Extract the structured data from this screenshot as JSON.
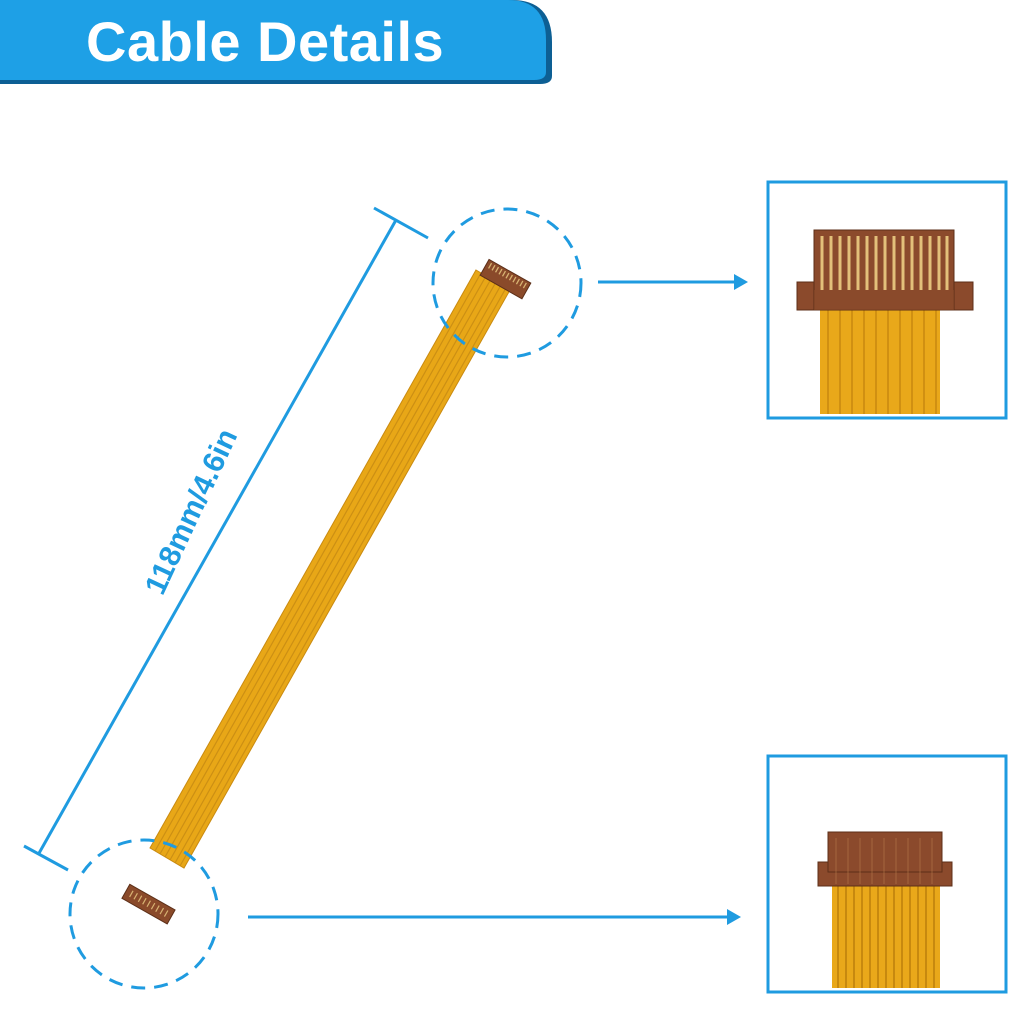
{
  "banner": {
    "title": "Cable Details"
  },
  "dimension": {
    "label": "118mm/4.6in"
  },
  "callouts": [
    {
      "name": "top-connector",
      "icon": "circle-dashed",
      "arrow": "arrow-right-icon"
    },
    {
      "name": "bottom-connector",
      "icon": "circle-dashed",
      "arrow": "arrow-right-icon"
    }
  ],
  "colors": {
    "accent": "#1f9be0",
    "cable": "#e5a61a",
    "connector": "#8a4a2a",
    "contact": "#d8b070"
  }
}
